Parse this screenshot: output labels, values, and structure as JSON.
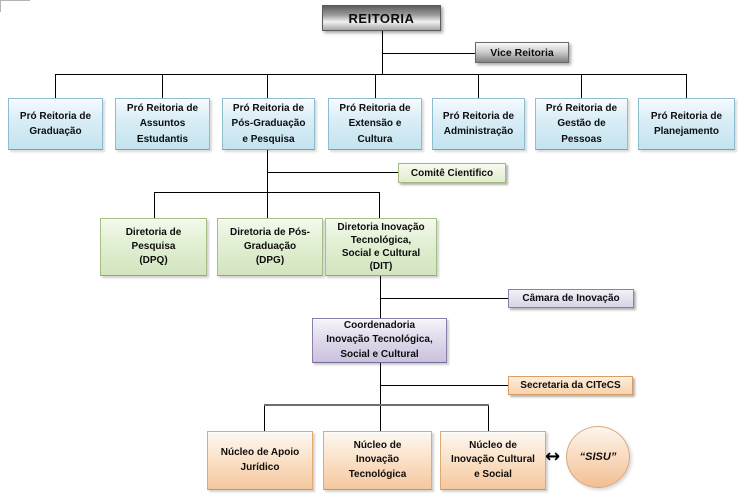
{
  "org": {
    "root": {
      "label": "REITORIA"
    },
    "vice": {
      "label": "Vice Reitoria"
    },
    "level1": [
      {
        "label": "Pró Reitoria de\nGraduação"
      },
      {
        "label": "Pró Reitoria de\nAssuntos\nEstudantis"
      },
      {
        "label": "Pró Reitoria de\nPós-Graduação\ne Pesquisa"
      },
      {
        "label": "Pró Reitoria de\nExtensão e\nCultura"
      },
      {
        "label": "Pró Reitoria de\nAdministração"
      },
      {
        "label": "Pró Reitoria de\nGestão de\nPessoas"
      },
      {
        "label": "Pró Reitoria de\nPlanejamento"
      }
    ],
    "comite": {
      "label": "Comitê Cientifico"
    },
    "diretorias": [
      {
        "label": "Diretoria de\nPesquisa\n(DPQ)"
      },
      {
        "label": "Diretoria de Pós-\nGraduação\n(DPG)"
      },
      {
        "label": "Diretoria Inovação\nTecnológica,\nSocial e Cultural\n(DIT)"
      }
    ],
    "camara": {
      "label": "Câmara de Inovação"
    },
    "coordenadoria": {
      "label": "Coordenadoria\nInovação Tecnológica,\nSocial e Cultural"
    },
    "secretaria": {
      "label": "Secretaria da CITeCS"
    },
    "nucleos": [
      {
        "label": "Núcleo de Apoio\nJurídico"
      },
      {
        "label": "Núcleo de\nInovação\nTecnológica"
      },
      {
        "label": "Núcleo de\nInovação Cultural\ne Social"
      }
    ],
    "sisu": {
      "label": "“SISU”"
    },
    "link_arrow": {
      "glyph": "↔"
    }
  },
  "palette": {
    "root_metal": "#9c9c9c",
    "level1_fill": "#cfe8f4",
    "level1_border": "#8fbdd0",
    "diretoria_fill": "#dcead0",
    "diretoria_border": "#a3bf85",
    "comite_fill": "#e7f0d2",
    "comite_border": "#9fb97f",
    "coordenadoria_fill": "#d5cde4",
    "coordenadoria_border": "#8a7fa9",
    "camara_fill": "#e2dcee",
    "camara_border": "#8b81a5",
    "nucleo_fill": "#f8d7b4",
    "nucleo_border": "#dfa976",
    "secretaria_fill": "#f9d9b4",
    "secretaria_border": "#d99e66",
    "sisu_fill": "#f9ddc3",
    "connector": "#000000",
    "connector_gray": "#6e6e6e"
  }
}
